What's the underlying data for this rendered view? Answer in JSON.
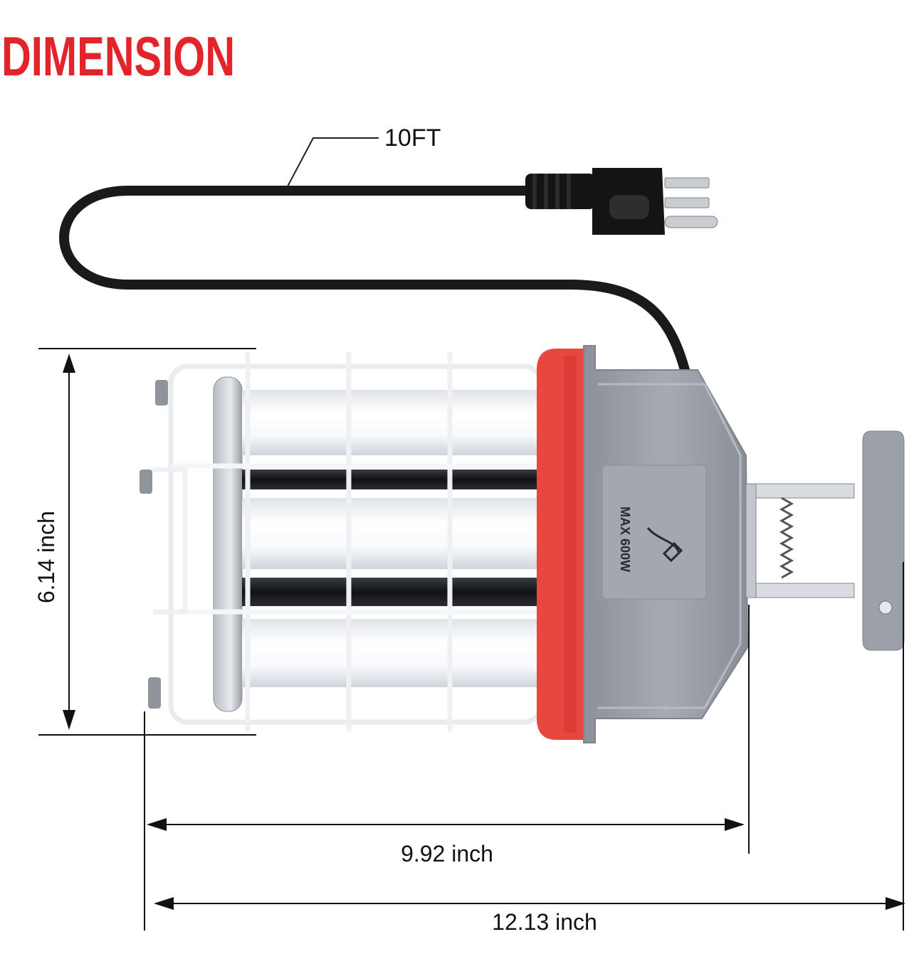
{
  "heading": "DIMENSION",
  "cord_label": "10FT",
  "height_label": "6.14 inch",
  "body_width_label": "9.92 inch",
  "total_width_label": "12.13 inch",
  "housing_label": "MAX 600W",
  "colors": {
    "heading": "#e3242b",
    "accent_ring": "#e8473f",
    "housing": "#9a9ea6",
    "cord": "#1a1a1a",
    "dimension_lines": "#111111"
  }
}
